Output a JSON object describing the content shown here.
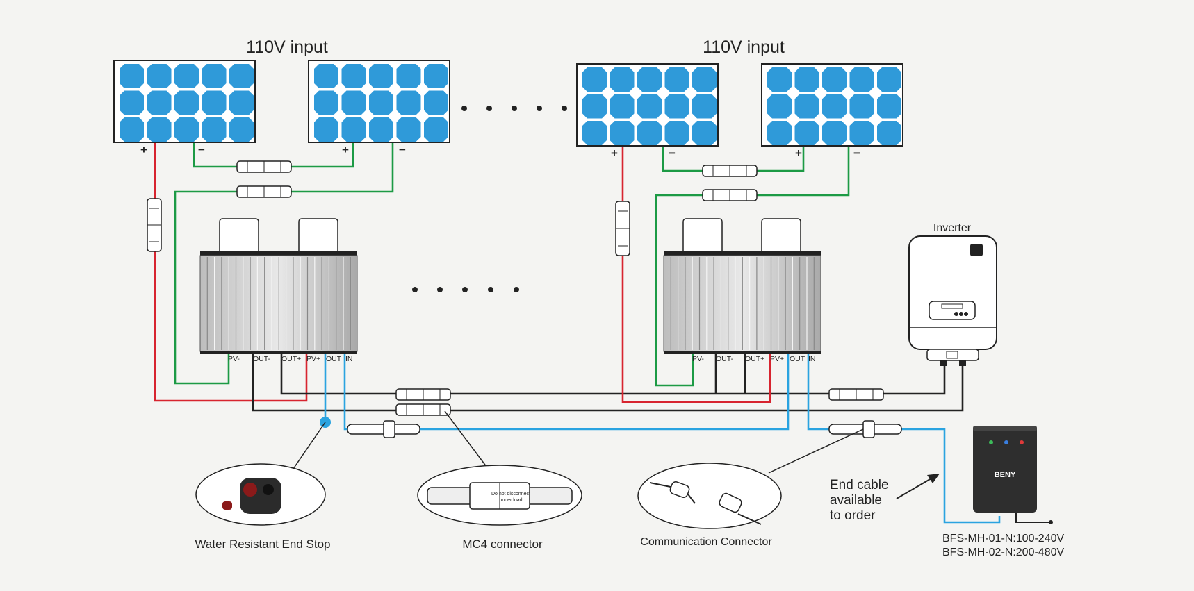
{
  "groups": [
    {
      "title": "110V input"
    },
    {
      "title": "110V input"
    }
  ],
  "panel": {
    "plus": "+",
    "minus": "−"
  },
  "ports": [
    "PV-",
    "OUT-",
    "OUT+",
    "PV+",
    "OUT",
    "IN"
  ],
  "inverter": {
    "label": "Inverter"
  },
  "device": {
    "brand": "BENY",
    "models": [
      "BFS-MH-01-N:100-240V",
      "BFS-MH-02-N:200-480V"
    ]
  },
  "callouts": {
    "end_stop": "Water Resistant End Stop",
    "mc4": "MC4 connector",
    "comm": "Communication Connector",
    "end_cable": [
      "End cable",
      "available",
      "to order"
    ],
    "mc4_text": [
      "Do not disconnect",
      "under load"
    ]
  },
  "colors": {
    "cell": "#2f9ad9",
    "positive": "#d7242f",
    "negative": "#1c9a45",
    "comm": "#2aa3e0",
    "ac": "#222222",
    "background": "#f4f4f2"
  }
}
